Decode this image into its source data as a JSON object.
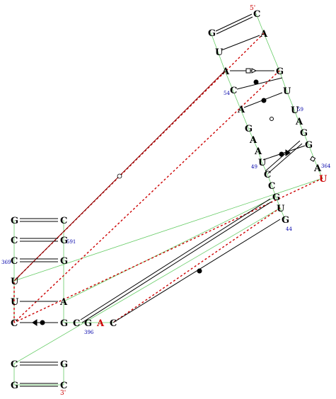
{
  "colors": {
    "backbone": "#66cc66",
    "pair": "#000000",
    "tertiary": "#cc0000",
    "number": "#0000aa",
    "red_nt": "#cc0000"
  },
  "labels": {
    "five_prime": "5'",
    "three_prime": "3'"
  },
  "nucleotides": [
    {
      "id": "n1",
      "base": "C"
    },
    {
      "id": "n2",
      "base": "A"
    },
    {
      "id": "n3",
      "base": "G"
    },
    {
      "id": "n4",
      "base": "U"
    },
    {
      "id": "n5",
      "base": "U"
    },
    {
      "id": "n6",
      "base": "A"
    },
    {
      "id": "n7",
      "base": "G"
    },
    {
      "id": "n8",
      "base": "G"
    },
    {
      "id": "n9",
      "base": "A"
    },
    {
      "id": "n10",
      "base": "U",
      "red": true
    },
    {
      "id": "n11",
      "base": "U"
    },
    {
      "id": "n12",
      "base": "G"
    },
    {
      "id": "n13",
      "base": "G"
    },
    {
      "id": "n14",
      "base": "U"
    },
    {
      "id": "n15",
      "base": "A"
    },
    {
      "id": "n16",
      "base": "C"
    },
    {
      "id": "n17",
      "base": "G"
    },
    {
      "id": "n18",
      "base": "A"
    },
    {
      "id": "n19",
      "base": "A"
    },
    {
      "id": "n20",
      "base": "U"
    },
    {
      "id": "n21",
      "base": "C"
    },
    {
      "id": "n22",
      "base": "C"
    },
    {
      "id": "n23",
      "base": "C"
    },
    {
      "id": "n24",
      "base": "G"
    },
    {
      "id": "n25",
      "base": "A",
      "red": true
    },
    {
      "id": "n26",
      "base": "C"
    },
    {
      "id": "n27",
      "base": "G"
    },
    {
      "id": "n28",
      "base": "C"
    },
    {
      "id": "n29",
      "base": "G"
    },
    {
      "id": "n30",
      "base": "C"
    },
    {
      "id": "n31",
      "base": "G"
    },
    {
      "id": "n32",
      "base": "G"
    },
    {
      "id": "n33",
      "base": "G"
    },
    {
      "id": "n34",
      "base": "C"
    },
    {
      "id": "n35",
      "base": "C"
    },
    {
      "id": "n36",
      "base": "U"
    },
    {
      "id": "n37",
      "base": "U"
    },
    {
      "id": "n38",
      "base": "C"
    },
    {
      "id": "n39",
      "base": "C"
    },
    {
      "id": "n40",
      "base": "G"
    },
    {
      "id": "n41",
      "base": "A"
    },
    {
      "id": "n42",
      "base": "C"
    }
  ],
  "numbers": [
    {
      "id": "num54",
      "text": "54"
    },
    {
      "id": "num59",
      "text": "59"
    },
    {
      "id": "num49",
      "text": "49"
    },
    {
      "id": "num364",
      "text": "364"
    },
    {
      "id": "num44",
      "text": "44"
    },
    {
      "id": "num591",
      "text": "591"
    },
    {
      "id": "num369",
      "text": "369"
    },
    {
      "id": "num396",
      "text": "396"
    }
  ]
}
